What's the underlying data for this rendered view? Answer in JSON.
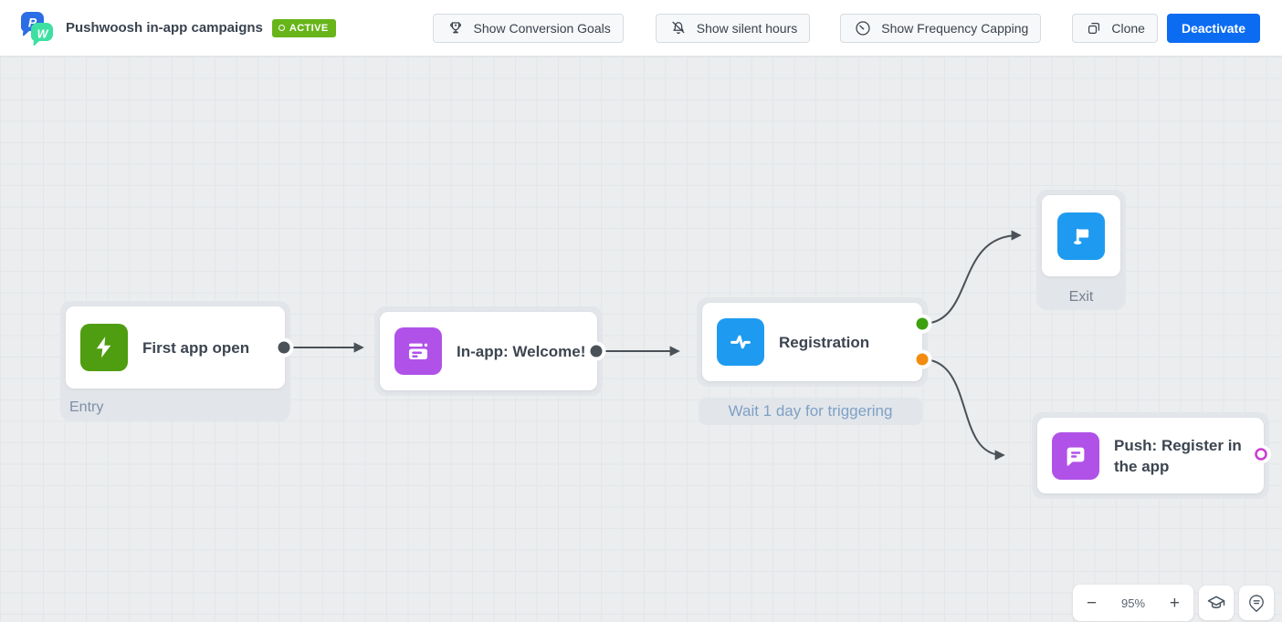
{
  "header": {
    "title": "Pushwoosh in-app campaigns",
    "status": "ACTIVE",
    "status_color": "#67b519",
    "buttons": {
      "conversion_goals": "Show Conversion Goals",
      "silent_hours": "Show silent hours",
      "frequency_capping": "Show Frequency Capping",
      "clone": "Clone",
      "deactivate": "Deactivate"
    },
    "accent_color": "#0b6cf2"
  },
  "nodes": {
    "entry": {
      "title": "First app open",
      "label": "Entry",
      "icon": "lightning-icon",
      "icon_color": "#4f9d10"
    },
    "inapp": {
      "title": "In-app: Welcome!",
      "icon": "inapp-message-icon",
      "icon_color": "#b052e8"
    },
    "registration": {
      "title": "Registration",
      "wait_label": "Wait 1 day for triggering",
      "icon": "pulse-icon",
      "icon_color": "#1e9bf0"
    },
    "exit": {
      "label": "Exit",
      "icon": "flag-icon",
      "icon_color": "#1e9bf0"
    },
    "push": {
      "title": "Push: Register in the app",
      "icon": "push-message-icon",
      "icon_color": "#b052e8"
    }
  },
  "ports": {
    "default_color": "#4a5157",
    "success_color": "#3da00e",
    "failure_color": "#f28c0e",
    "unconnected_color": "#ca3ad0"
  },
  "zoom": {
    "out": "−",
    "level": "95%",
    "in": "+"
  }
}
